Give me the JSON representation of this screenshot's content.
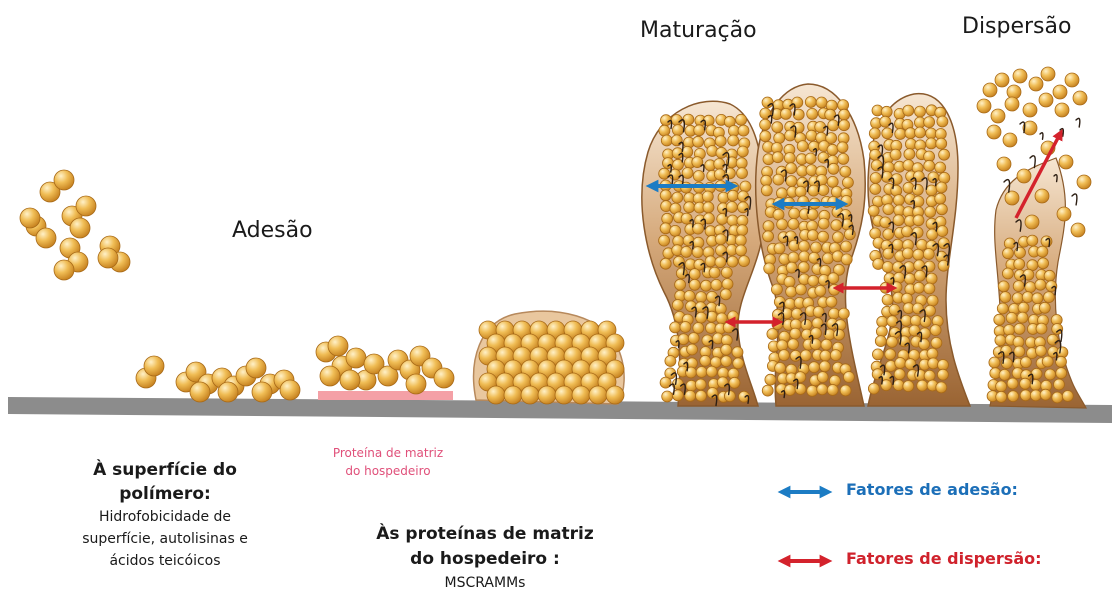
{
  "stages": {
    "adhesion": "Adesão",
    "maturation": "Maturação",
    "dispersion": "Dispersão"
  },
  "surface_label": {
    "line1": "Proteína de matriz",
    "line2": "do hospedeiro"
  },
  "polymer": {
    "title1": "À superfície do",
    "title2": "polímero:",
    "body1": "Hidrofobicidade de",
    "body2": "superfície, autolisinas e",
    "body3": "ácidos teicóicos"
  },
  "host": {
    "title1": "Às proteínas de matriz",
    "title2": "do hospedeiro :",
    "body": "MSCRAMMs"
  },
  "legend": {
    "adhesion_factors": "Fatores de adesão:",
    "dispersion_factors": "Fatores de dispersão:"
  },
  "colors": {
    "substrate": "#8c8c8c",
    "host_matrix": "#f4a0a6",
    "adhesion_arrow": "#1c7cc4",
    "dispersion_arrow": "#d4222c",
    "cell": "#e8a93a",
    "biofilm_matrix": "#b07a48"
  }
}
